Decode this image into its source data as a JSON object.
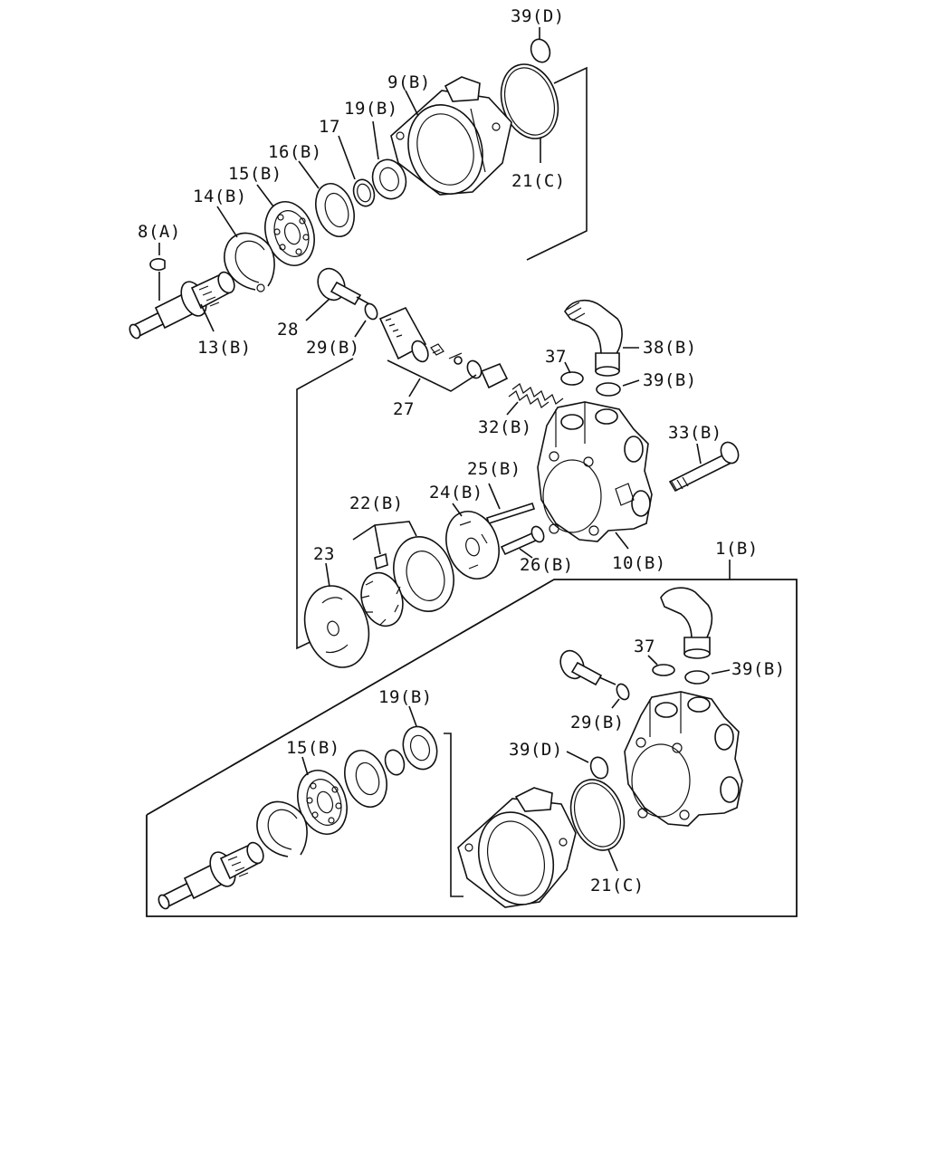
{
  "colors": {
    "ink": "#111111",
    "background": "#ffffff"
  },
  "labels": {
    "p39d_top": "39(D)",
    "p9b": "9(B)",
    "p19b_top": "19(B)",
    "p17": "17",
    "p16b": "16(B)",
    "p15b_top": "15(B)",
    "p14b": "14(B)",
    "p8a": "8(A)",
    "p13b": "13(B)",
    "p21c_top": "21(C)",
    "p28": "28",
    "p29b_top": "29(B)",
    "p27": "27",
    "p37_top": "37",
    "p38b": "38(B)",
    "p39b_top": "39(B)",
    "p32b": "32(B)",
    "p33b": "33(B)",
    "p25b": "25(B)",
    "p24b": "24(B)",
    "p22b": "22(B)",
    "p23": "23",
    "p26b": "26(B)",
    "p10b": "10(B)",
    "p1b": "1(B)",
    "p37_bot": "37",
    "p39b_bot": "39(B)",
    "p29b_bot": "29(B)",
    "p19b_bot": "19(B)",
    "p15b_bot": "15(B)",
    "p39d_bot": "39(D)",
    "p21c_bot": "21(C)"
  }
}
